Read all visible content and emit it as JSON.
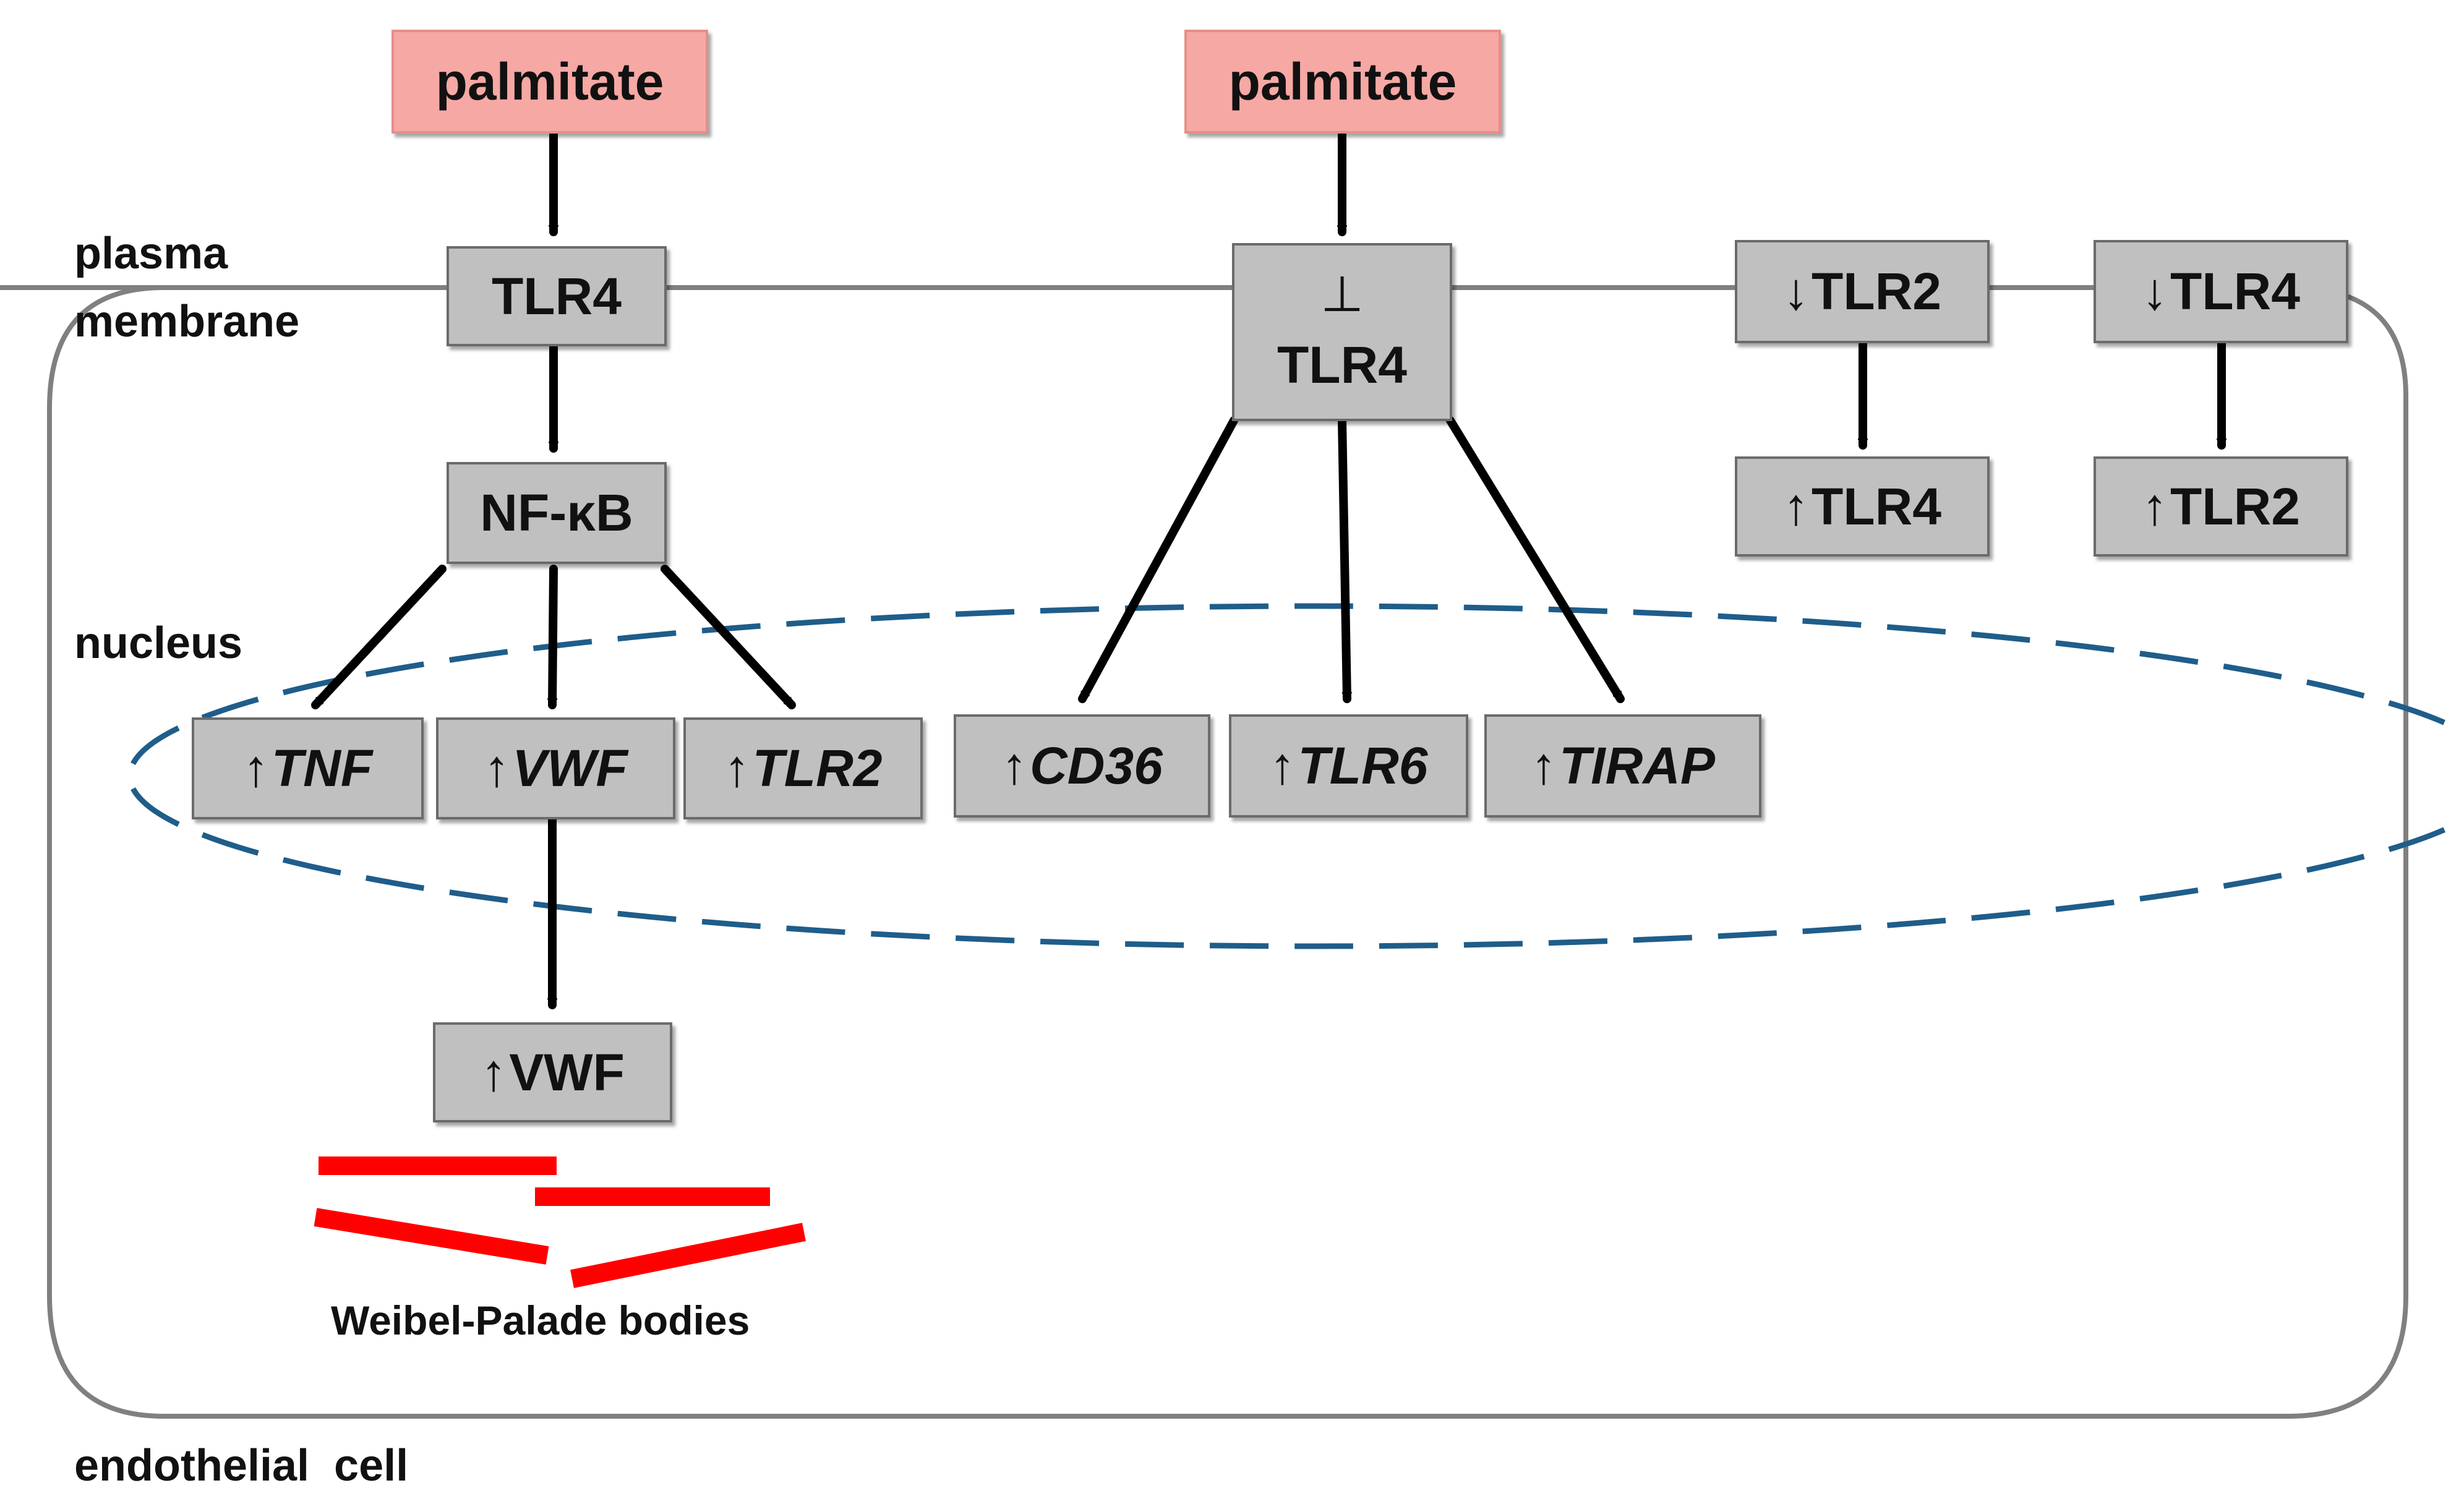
{
  "labels": {
    "plasma_membrane": [
      "plasma",
      "membrane"
    ],
    "nucleus": "nucleus",
    "endothelial_cell": "endothelial  cell",
    "weibel_palade": "Weibel-Palade bodies"
  },
  "ligands": {
    "left": "palmitate",
    "right": "palmitate"
  },
  "receptors": {
    "tlr4_left": "TLR4",
    "tlr4_center_inhibit": "⊥",
    "tlr4_center": "TLR4",
    "down_tlr2": {
      "arrow": "↓",
      "text": "TLR2"
    },
    "down_tlr4": {
      "arrow": "↓",
      "text": "TLR4"
    },
    "up_tlr4": {
      "arrow": "↑",
      "text": "TLR4"
    },
    "up_tlr2": {
      "arrow": "↑",
      "text": "TLR2"
    }
  },
  "signaling": {
    "nfkb": "NF-κB"
  },
  "genes": {
    "tnf": {
      "arrow": "↑",
      "text": "TNF"
    },
    "vwf": {
      "arrow": "↑",
      "text": "VWF"
    },
    "tlr2": {
      "arrow": "↑",
      "text": "TLR2"
    },
    "cd36": {
      "arrow": "↑",
      "text": "CD36"
    },
    "tlr6": {
      "arrow": "↑",
      "text": "TLR6"
    },
    "tirap": {
      "arrow": "↑",
      "text": "TIRAP"
    }
  },
  "protein": {
    "vwf": {
      "arrow": "↑",
      "text": "VWF"
    }
  },
  "colors": {
    "ligand_fill": "#f6a8a4",
    "node_fill": "#c0c0c0",
    "nucleus_dash": "#1f5d8a",
    "weibel_palade": "#ff0000",
    "membrane": "#808080"
  }
}
